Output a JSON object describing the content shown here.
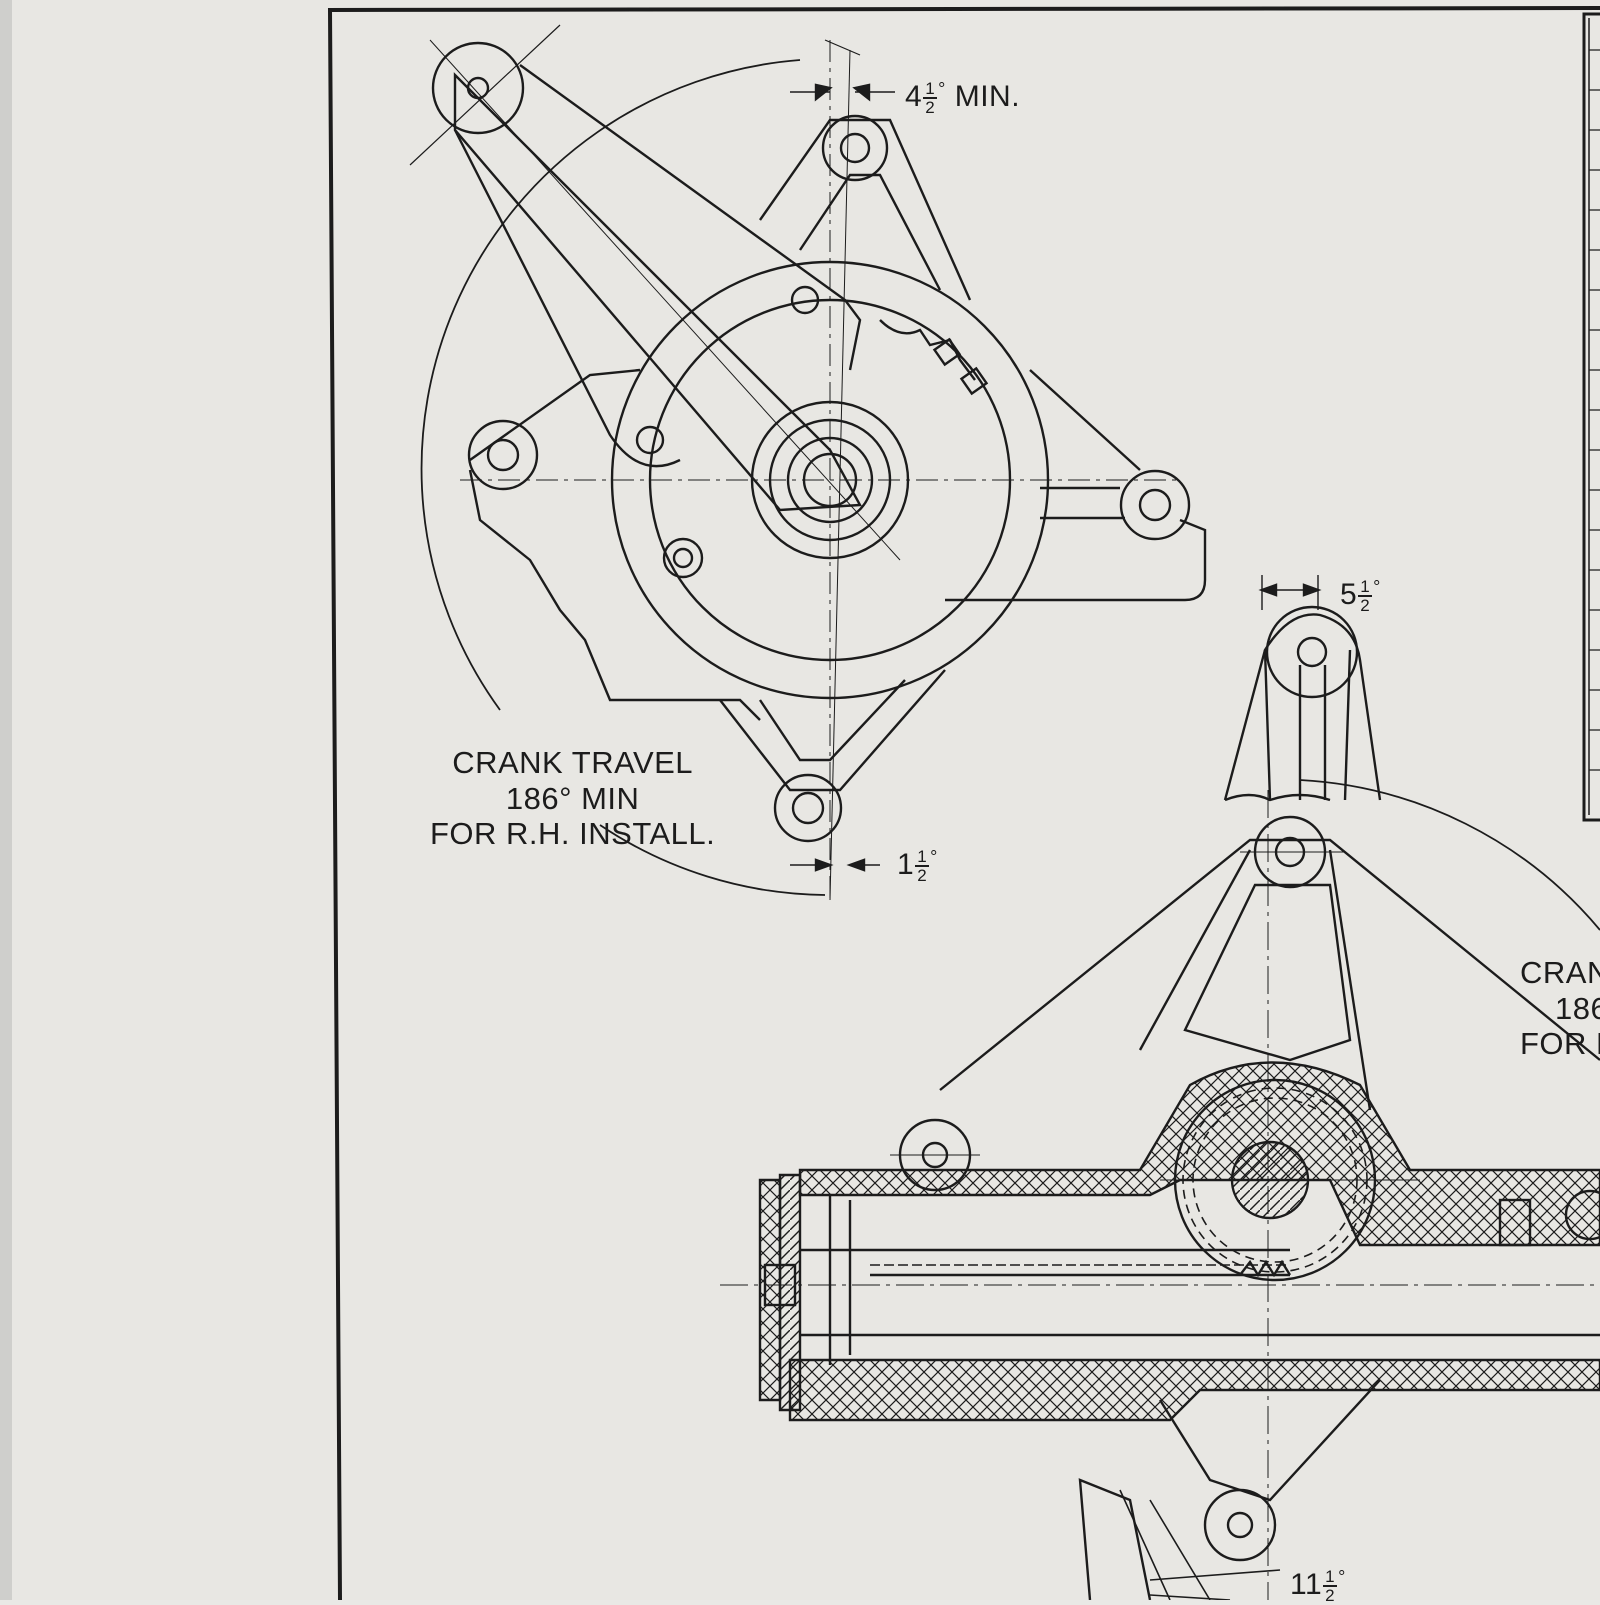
{
  "colors": {
    "background": "#eae9e6",
    "paper": "#e7e6e2",
    "ink": "#1c1c1c"
  },
  "dimensions": {
    "top_angle": {
      "whole": "4",
      "num": "1",
      "den": "2",
      "degree": "°",
      "suffix": "MIN."
    },
    "bottom_angle": {
      "whole": "1",
      "num": "1",
      "den": "2",
      "degree": "°"
    },
    "right_angle": {
      "whole": "5",
      "num": "1",
      "den": "2",
      "degree": "°"
    },
    "bottom_right_angle": {
      "whole": "11",
      "num": "1",
      "den": "2",
      "degree": "°"
    }
  },
  "annotations": {
    "rh_install": {
      "line1": "CRANK TRAVEL",
      "line2": "186° MIN",
      "line3": "FOR R.H. INSTALL."
    },
    "lh_install_partial": {
      "line1": "CRAN",
      "line2": "186",
      "line3": "FOR L"
    }
  }
}
